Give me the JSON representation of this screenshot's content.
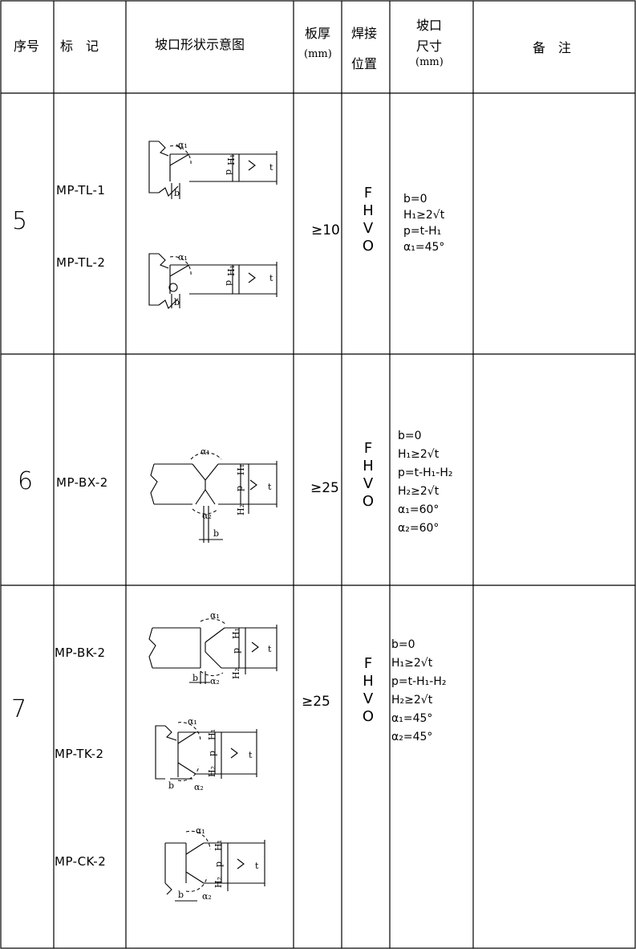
{
  "header": {
    "seq": "序号",
    "mark": "标　记",
    "diagram": "坡口形状示意图",
    "thickness_1": "板厚",
    "thickness_2": "(mm)",
    "position_1": "焊接",
    "position_2": "位置",
    "size_1": "坡口",
    "size_2": "尺寸",
    "size_3": "(mm)",
    "remark": "备　注"
  },
  "rows": [
    {
      "seq": "5",
      "marks": [
        "MP-TL-1",
        "MP-TL-2"
      ],
      "thickness": "≥10",
      "positions": [
        "F",
        "H",
        "V",
        "O"
      ],
      "dims": [
        "b=0",
        "H₁≥2√t",
        "p=t-H₁",
        "α₁=45°"
      ],
      "remark": ""
    },
    {
      "seq": "6",
      "marks": [
        "MP-BX-2"
      ],
      "thickness": "≥25",
      "positions": [
        "F",
        "H",
        "V",
        "O"
      ],
      "dims": [
        "b=0",
        "H₁≥2√t",
        "p=t-H₁-H₂",
        "H₂≥2√t",
        "α₁=60°",
        "α₂=60°"
      ],
      "remark": ""
    },
    {
      "seq": "7",
      "marks": [
        "MP-BK-2",
        "MP-TK-2",
        "MP-CK-2"
      ],
      "thickness": "≥25",
      "positions": [
        "F",
        "H",
        "V",
        "O"
      ],
      "dims": [
        "b=0",
        "H₁≥2√t",
        "p=t-H₁-H₂",
        "H₂≥2√t",
        "α₁=45°",
        "α₂=45°"
      ],
      "remark": ""
    }
  ]
}
